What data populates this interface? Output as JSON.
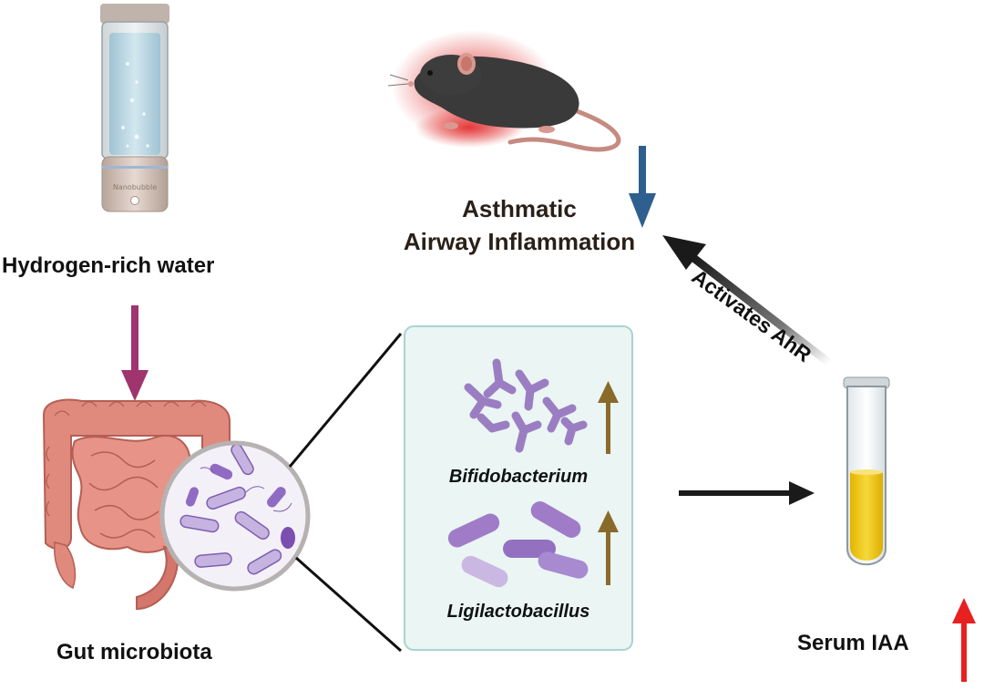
{
  "labels": {
    "water": "Hydrogen-rich water",
    "bottle_brand": "Nanobubble",
    "asthma_line1": "Asthmatic",
    "asthma_line2": "Airway Inflammation",
    "activates": "Activates AhR",
    "gut": "Gut microbiota",
    "bacterium1": "Bifidobacterium",
    "bacterium2": "Ligilactobacillus",
    "serum": "Serum IAA"
  },
  "colors": {
    "water_arrow": "#a0346e",
    "mouse_arrow": "#2e5f8f",
    "up_arrow_bacteria": "#8a6a2a",
    "up_arrow_serum": "#e82020",
    "black_arrow": "#1a1a1a",
    "panel_bg": "#eaf5f4",
    "panel_border": "#a9d4cf",
    "bacteria": "#9b7ec2",
    "intestine": "#e0897d",
    "tube_liquid": "#f2cc1c",
    "inflammation_glow": "#e02020"
  },
  "icons": [
    "hydrogen-water-bottle-icon",
    "mouse-icon",
    "intestine-icon",
    "magnifier-circle-icon",
    "test-tube-icon"
  ]
}
